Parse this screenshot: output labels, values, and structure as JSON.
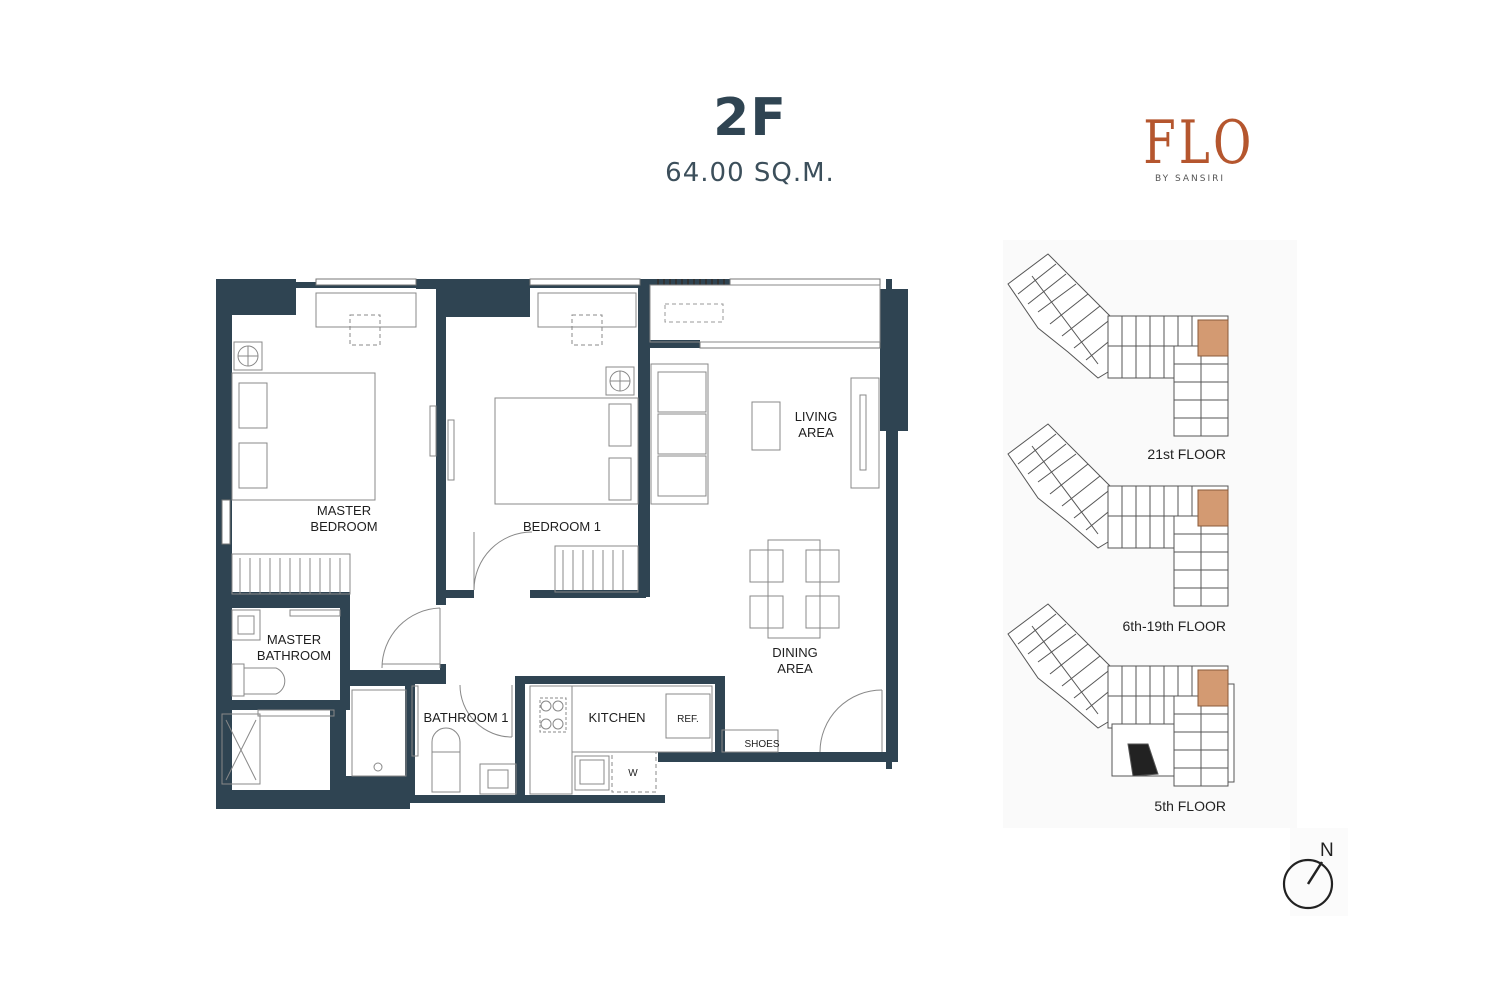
{
  "header": {
    "unit_code": "2F",
    "unit_area": "64.00 SQ.M."
  },
  "logo": {
    "mark": "FLO",
    "sub": "BY SANSIRI"
  },
  "rooms": {
    "master_bedroom": [
      "MASTER",
      "BEDROOM"
    ],
    "bedroom_1": "BEDROOM 1",
    "living_area": [
      "LIVING",
      "AREA"
    ],
    "dining_area": [
      "DINING",
      "AREA"
    ],
    "master_bathroom": [
      "MASTER",
      "BATHROOM"
    ],
    "bathroom_1": "BATHROOM 1",
    "kitchen": "KITCHEN",
    "ref": "REF.",
    "shoes": "SHOES",
    "washer": "W"
  },
  "key_plans": [
    {
      "label": "21st FLOOR"
    },
    {
      "label": "6th-19th FLOOR"
    },
    {
      "label": "5th FLOOR"
    }
  ],
  "compass": {
    "label": "N"
  },
  "colors": {
    "wall": "#2f4452",
    "highlight": "#d39a72",
    "brand": "#b5562e"
  }
}
